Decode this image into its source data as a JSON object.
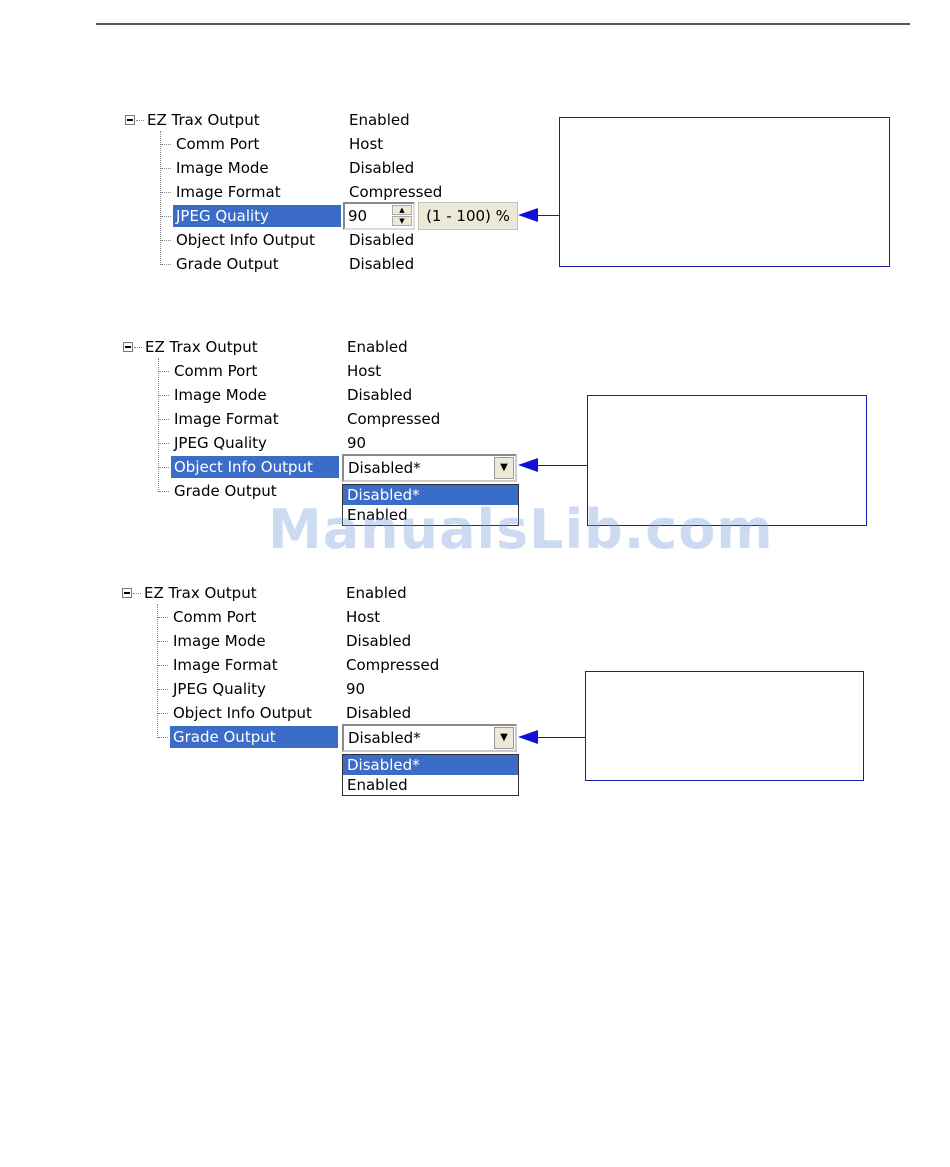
{
  "panels": [
    {
      "root": {
        "label": "EZ Trax Output",
        "value": "Enabled"
      },
      "items": [
        {
          "label": "Comm Port",
          "value": "Host"
        },
        {
          "label": "Image Mode",
          "value": "Disabled"
        },
        {
          "label": "Image Format",
          "value": "Compressed"
        },
        {
          "label": "JPEG Quality",
          "value": ""
        },
        {
          "label": "Object Info Output",
          "value": "Disabled"
        },
        {
          "label": "Grade Output",
          "value": "Disabled"
        }
      ],
      "selected_item": "JPEG Quality",
      "editor": {
        "type": "spin",
        "value": "90",
        "range": "(1 - 100) %"
      }
    },
    {
      "root": {
        "label": "EZ Trax Output",
        "value": "Enabled"
      },
      "items": [
        {
          "label": "Comm Port",
          "value": "Host"
        },
        {
          "label": "Image Mode",
          "value": "Disabled"
        },
        {
          "label": "Image Format",
          "value": "Compressed"
        },
        {
          "label": "JPEG Quality",
          "value": "90"
        },
        {
          "label": "Object Info Output",
          "value": ""
        },
        {
          "label": "Grade Output",
          "value": ""
        }
      ],
      "selected_item": "Object Info Output",
      "editor": {
        "type": "dropdown",
        "value": "Disabled*",
        "options": [
          "Disabled*",
          "Enabled"
        ],
        "selected_option": "Disabled*"
      }
    },
    {
      "root": {
        "label": "EZ Trax Output",
        "value": "Enabled"
      },
      "items": [
        {
          "label": "Comm Port",
          "value": "Host"
        },
        {
          "label": "Image Mode",
          "value": "Disabled"
        },
        {
          "label": "Image Format",
          "value": "Compressed"
        },
        {
          "label": "JPEG Quality",
          "value": "90"
        },
        {
          "label": "Object Info Output",
          "value": "Disabled"
        },
        {
          "label": "Grade Output",
          "value": ""
        }
      ],
      "selected_item": "Grade Output",
      "editor": {
        "type": "dropdown",
        "value": "Disabled*",
        "options": [
          "Disabled*",
          "Enabled"
        ],
        "selected_option": "Disabled*"
      }
    }
  ],
  "watermark": "ManualsLib.com",
  "colors": {
    "selection": "#3a6cc8",
    "callout_border": "#1a1aa8",
    "arrow": "#1010d8"
  }
}
